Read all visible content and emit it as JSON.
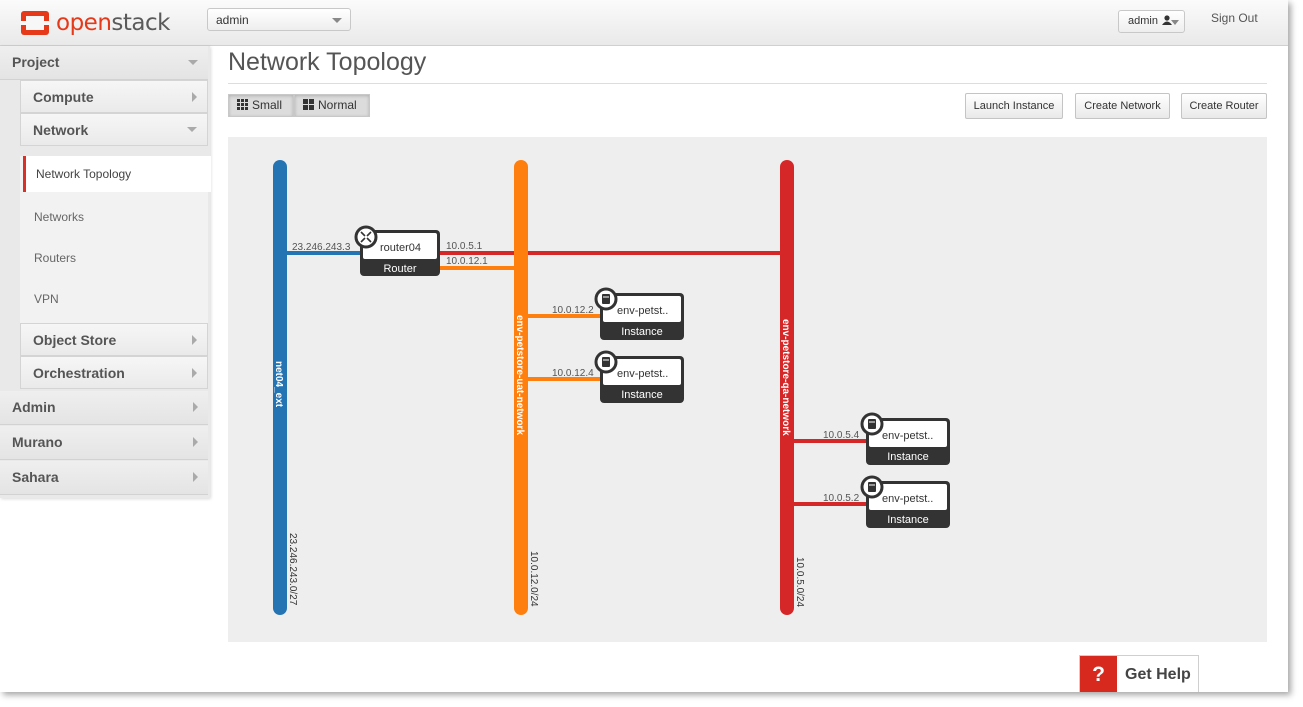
{
  "header": {
    "logo_prefix": "open",
    "logo_suffix": "stack",
    "project_selector": "admin",
    "user_menu": "admin",
    "sign_out": "Sign Out"
  },
  "sidebar": {
    "project": "Project",
    "compute": "Compute",
    "network": "Network",
    "items": [
      "Network Topology",
      "Networks",
      "Routers",
      "VPN"
    ],
    "object_store": "Object Store",
    "orchestration": "Orchestration",
    "admin": "Admin",
    "murano": "Murano",
    "sahara": "Sahara"
  },
  "page": {
    "title": "Network Topology",
    "view_small": "Small",
    "view_normal": "Normal",
    "launch_instance": "Launch Instance",
    "create_network": "Create Network",
    "create_router": "Create Router"
  },
  "topology": {
    "networks": [
      {
        "name": "net04_ext",
        "cidr": "23.246.243.0/27",
        "color": "#2474b4"
      },
      {
        "name": "env-petstore-uat-network",
        "cidr": "10.0.12.0/24",
        "color": "#ff7f0e"
      },
      {
        "name": "env-petstore-qa-network",
        "cidr": "10.0.5.0/24",
        "color": "#d62728"
      }
    ],
    "router": {
      "name": "router04",
      "type": "Router",
      "ips": [
        "23.246.243.3",
        "10.0.5.1",
        "10.0.12.1"
      ]
    },
    "instances": [
      {
        "name": "env-petst..",
        "type": "Instance",
        "ip": "10.0.12.2"
      },
      {
        "name": "env-petst..",
        "type": "Instance",
        "ip": "10.0.12.4"
      },
      {
        "name": "env-petst..",
        "type": "Instance",
        "ip": "10.0.5.4"
      },
      {
        "name": "env-petst..",
        "type": "Instance",
        "ip": "10.0.5.2"
      }
    ]
  },
  "help": {
    "icon": "?",
    "label": "Get Help"
  },
  "colors": {
    "accent": "#d93127"
  }
}
